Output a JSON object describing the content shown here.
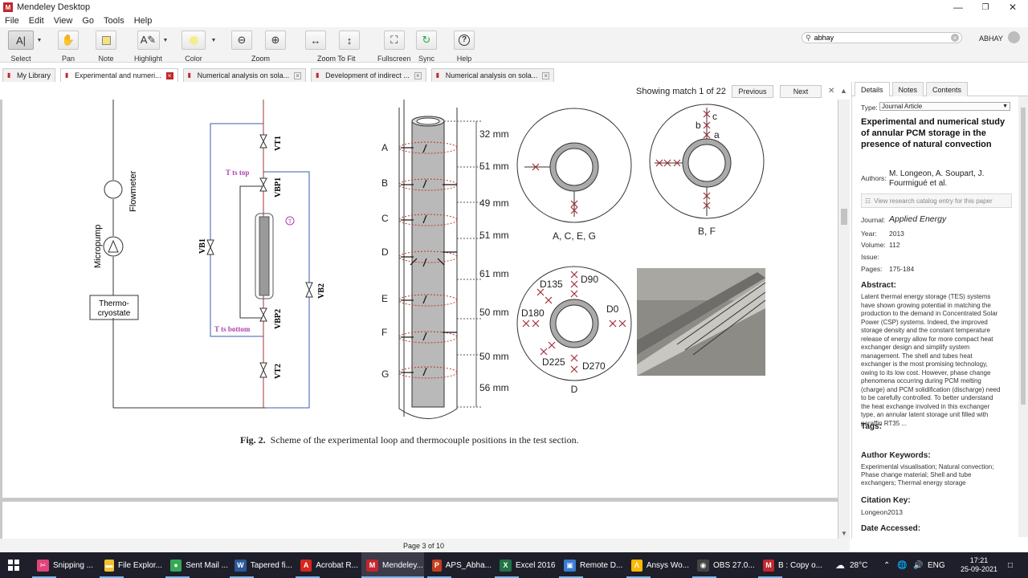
{
  "window": {
    "title": "Mendeley Desktop",
    "app_icon": "M"
  },
  "menu": [
    "File",
    "Edit",
    "View",
    "Go",
    "Tools",
    "Help"
  ],
  "toolbar": {
    "select": "Select",
    "pan": "Pan",
    "note": "Note",
    "highlight": "Highlight",
    "color": "Color",
    "zoom": "Zoom",
    "zoom_to_fit": "Zoom To Fit",
    "fullscreen": "Fullscreen",
    "sync": "Sync",
    "help": "Help",
    "search_value": "abhay",
    "user": "ABHAY",
    "highlight_color": "#f3ee8a",
    "sync_color": "#2aa84a"
  },
  "tabs": [
    {
      "label": "My Library",
      "active": false,
      "closable": false
    },
    {
      "label": "Experimental and numeri...",
      "active": true,
      "closable": true
    },
    {
      "label": "Numerical analysis on sola...",
      "active": false,
      "closable": true
    },
    {
      "label": "Development of indirect ...",
      "active": false,
      "closable": true
    },
    {
      "label": "Numerical analysis on sola...",
      "active": false,
      "closable": true
    }
  ],
  "search_bar": {
    "match_text": "Showing match 1 of 22",
    "previous": "Previous",
    "next": "Next"
  },
  "figure": {
    "caption_label": "Fig. 2.",
    "caption_text": "Scheme of the experimental loop and thermocouple positions in the test section.",
    "loop": {
      "flowmeter": "Flowmeter",
      "micropump": "Micropump",
      "cryostate_line1": "Thermo-",
      "cryostate_line2": "cryostate",
      "vt1": "VT1",
      "vt2": "VT2",
      "vbp1": "VBP1",
      "vbp2": "VBP2",
      "vb1": "VB1",
      "vb2": "VB2",
      "t_top": "T ts top",
      "t_bottom": "T ts bottom",
      "t_sensor": "T"
    },
    "section_letters": [
      "A",
      "B",
      "C",
      "D",
      "E",
      "F",
      "G"
    ],
    "dimensions": [
      "32 mm",
      "51 mm",
      "49 mm",
      "51 mm",
      "61 mm",
      "50 mm",
      "50 mm",
      "56 mm"
    ],
    "cross_sections": {
      "ace_label": "A, C, E, G",
      "bf_label": "B, F",
      "d_label": "D",
      "bf_pts": [
        "a",
        "b",
        "c"
      ],
      "d_angles": [
        "D135",
        "D90",
        "D180",
        "D0",
        "D225",
        "D270"
      ]
    }
  },
  "status": {
    "page_info": "Page 3 of 10"
  },
  "details": {
    "tabs": [
      "Details",
      "Notes",
      "Contents"
    ],
    "type_label": "Type:",
    "type_value": "Journal Article",
    "title": "Experimental and numerical study of annular PCM storage in the presence of natural convection",
    "authors_label": "Authors:",
    "authors": "M. Longeon, A. Soupart, J. Fourmigué et al.",
    "catalog_link": "View research catalog entry for this paper",
    "journal_label": "Journal:",
    "journal": "Applied Energy",
    "year_label": "Year:",
    "year": "2013",
    "volume_label": "Volume:",
    "volume": "112",
    "issue_label": "Issue:",
    "issue": "",
    "pages_label": "Pages:",
    "pages": "175-184",
    "abstract_label": "Abstract:",
    "abstract": "Latent thermal energy storage (TES) systems have shown growing potential in matching the production to the demand in Concentrated Solar Power (CSP) systems. Indeed, the improved storage density and the constant temperature release of energy allow for more compact heat exchanger design and simplify system management. The shell and tubes heat exchanger is the most promising technology, owing to its low cost. However, phase change phenomena occurring during PCM melting (charge) and PCM solidification (discharge) need to be carefully controlled. To better understand the heat exchange involved in this exchanger type, an annular latent storage unit filled with paraffin RT35 ...",
    "tags_label": "Tags:",
    "keywords_label": "Author Keywords:",
    "keywords": "Experimental visualisation; Natural convection; Phase change material; Shell and tube exchangers; Thermal energy storage",
    "citation_label": "Citation Key:",
    "citation": "Longeon2013",
    "date_label": "Date Accessed:"
  },
  "taskbar": {
    "items": [
      {
        "label": "Snipping ...",
        "color": "#e0457b",
        "glyph": "✂"
      },
      {
        "label": "File Explor...",
        "color": "#f2c230",
        "glyph": "▬"
      },
      {
        "label": "Sent Mail ...",
        "color": "#34a853",
        "glyph": "●"
      },
      {
        "label": "Tapered fi...",
        "color": "#2b579a",
        "glyph": "W"
      },
      {
        "label": "Acrobat R...",
        "color": "#d7261e",
        "glyph": "A"
      },
      {
        "label": "Mendeley...",
        "color": "#c1272d",
        "glyph": "M"
      },
      {
        "label": "APS_Abha...",
        "color": "#c43e1c",
        "glyph": "P"
      },
      {
        "label": "Excel 2016",
        "color": "#217346",
        "glyph": "X"
      },
      {
        "label": "Remote D...",
        "color": "#3a7bd5",
        "glyph": "▣"
      },
      {
        "label": "Ansys Wo...",
        "color": "#ffb900",
        "glyph": "Λ"
      },
      {
        "label": "OBS 27.0...",
        "color": "#444444",
        "glyph": "◉"
      },
      {
        "label": "B : Copy o...",
        "color": "#c1272d",
        "glyph": "M"
      }
    ],
    "temperature": "28°C",
    "language": "ENG",
    "time": "17:21",
    "date": "25-09-2021"
  }
}
